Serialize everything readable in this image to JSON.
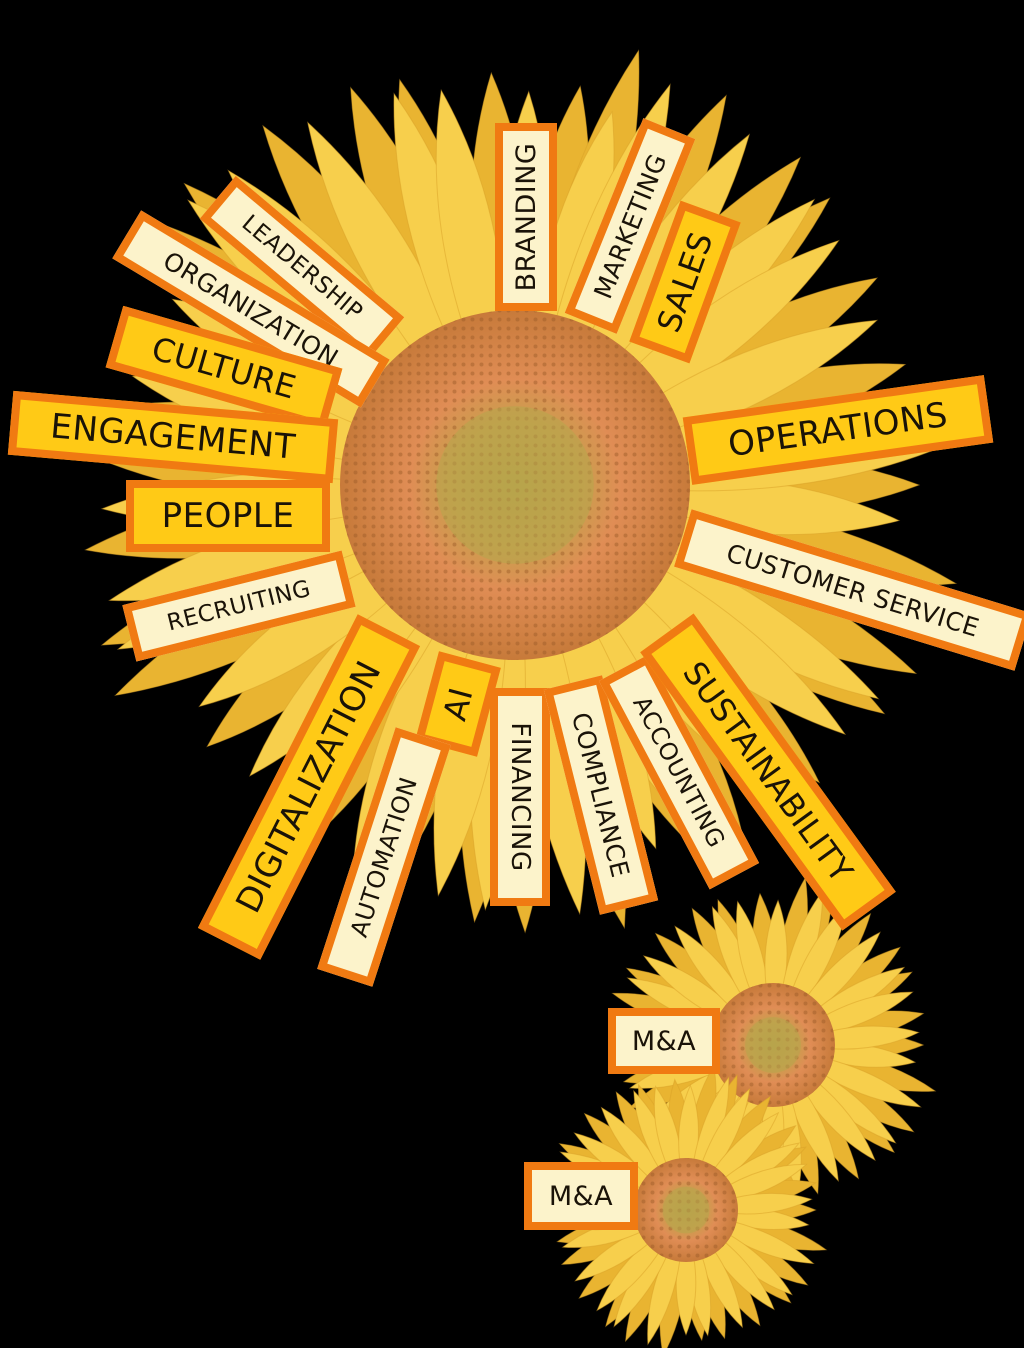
{
  "colors": {
    "background": "#000000",
    "petal": "#f7cf4c",
    "petal_dark": "#e9b431",
    "disk_outer": "#d98a4a",
    "disk_inner": "#b9a24a",
    "label_border": "#f07a12",
    "label_pale": "#fcf3cb",
    "label_bold": "#ffca16"
  },
  "labels": {
    "branding": "BRANDING",
    "marketing": "MARKETING",
    "sales": "SALES",
    "leadership": "LEADERSHIP",
    "organization": "ORGANIZATION",
    "culture": "CULTURE",
    "engagement": "ENGAGEMENT",
    "people": "PEOPLE",
    "operations": "OPERATIONS",
    "recruiting": "RECRUITING",
    "customer_service": "CUSTOMER SERVICE",
    "digitalization": "DIGITALIZATION",
    "ai": "AI",
    "automation": "AUTOMATION",
    "financing": "FINANCING",
    "compliance": "COMPLIANCE",
    "accounting": "ACCOUNTING",
    "sustainability": "SUSTAINABILITY",
    "ma_1": "M&A",
    "ma_2": "M&A"
  }
}
